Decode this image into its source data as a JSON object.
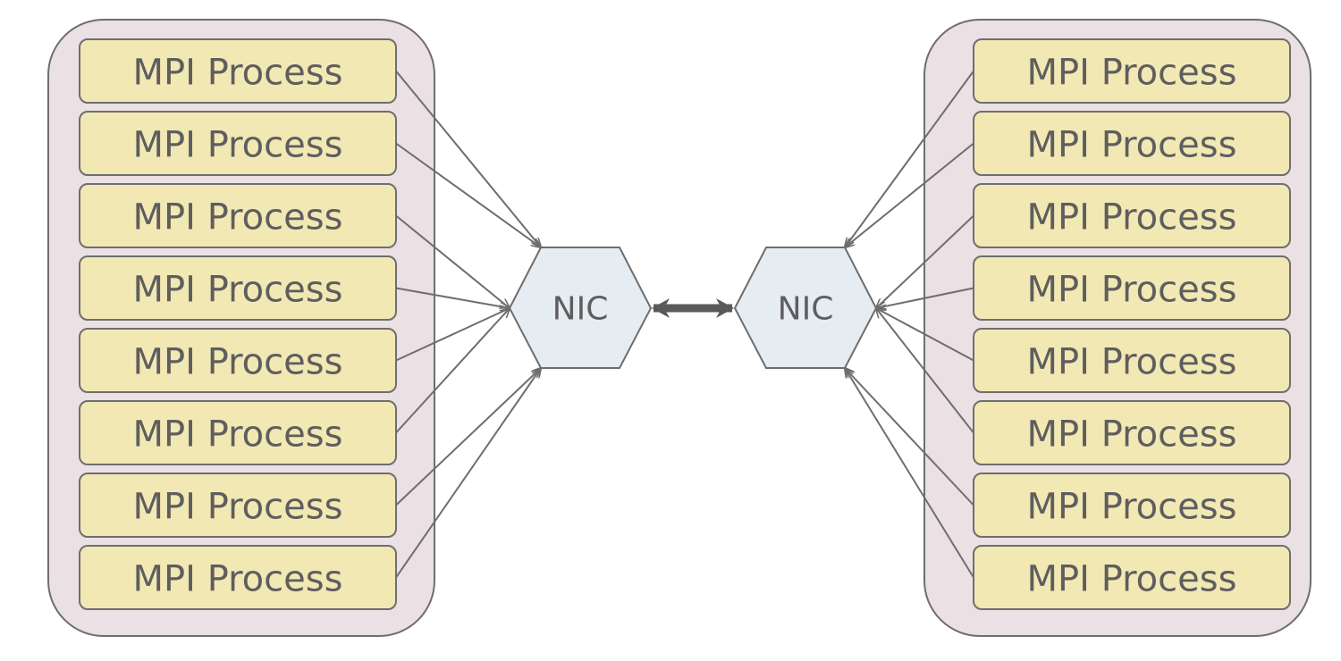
{
  "diagram": {
    "left_node": {
      "processes": [
        "MPI Process",
        "MPI Process",
        "MPI Process",
        "MPI Process",
        "MPI Process",
        "MPI Process",
        "MPI Process",
        "MPI Process"
      ],
      "nic": "NIC"
    },
    "right_node": {
      "processes": [
        "MPI Process",
        "MPI Process",
        "MPI Process",
        "MPI Process",
        "MPI Process",
        "MPI Process",
        "MPI Process",
        "MPI Process"
      ],
      "nic": "NIC"
    },
    "link": "bidirectional"
  }
}
